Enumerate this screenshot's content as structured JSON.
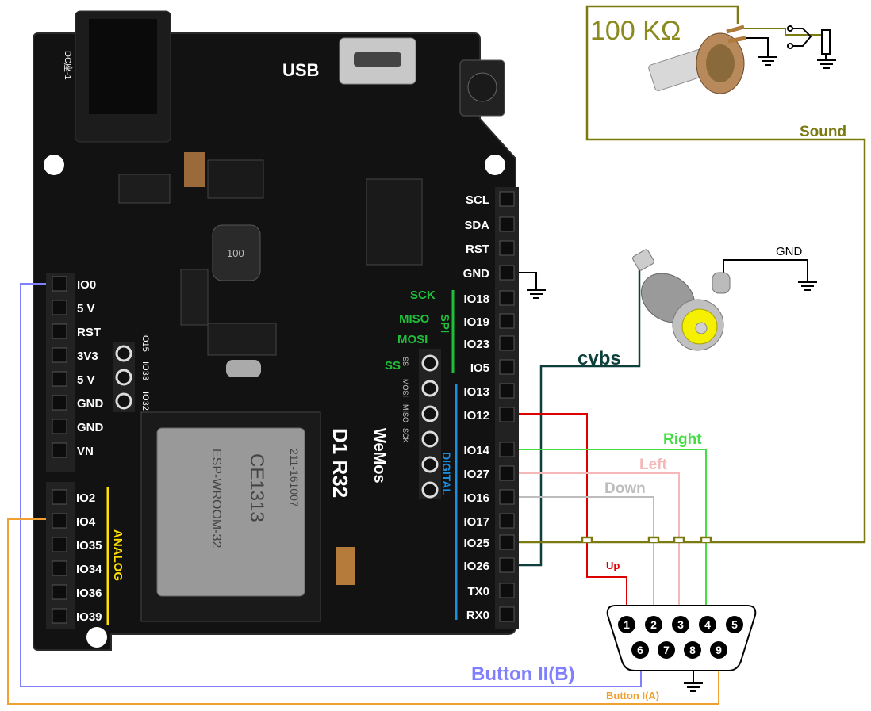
{
  "board": {
    "usb_label": "USB",
    "dc_label": "DC座-1",
    "model_label": "D1 R32",
    "brand_label": "WeMos",
    "module_brand": "ESP-WROOM-32",
    "module_code": "211-161007",
    "module_ce": "CE1313",
    "inductor_code": "100",
    "left_header": [
      "IO0",
      "5 V",
      "RST",
      "3V3",
      "5 V",
      "GND",
      "GND",
      "VN"
    ],
    "left_analog_pins": [
      "IO2",
      "IO4",
      "IO35",
      "IO34",
      "IO36",
      "IO39"
    ],
    "analog_label": "ANALOG",
    "small_header": [
      "IO15",
      "IO33",
      "IO32"
    ],
    "spi_small": [
      "SS",
      "MOSI",
      "MISO",
      "SCK"
    ],
    "right_header": [
      "SCL",
      "SDA",
      "RST",
      "GND",
      "IO18",
      "IO19",
      "IO23",
      "IO5",
      "IO13",
      "IO12",
      "IO14",
      "IO27",
      "IO16",
      "IO17",
      "IO25",
      "IO26",
      "TX0",
      "RX0"
    ],
    "spi_names": [
      "SCK",
      "MISO",
      "MOSI",
      "SS"
    ],
    "spi_label": "SPI",
    "digital_label": "DIGITAL"
  },
  "wires": {
    "cvbs": "cvbs",
    "right": "Right",
    "left": "Left",
    "down": "Down",
    "up": "Up",
    "sound": "Sound",
    "gnd": "GND",
    "button2": "Button II(B)",
    "button1": "Button I(A)"
  },
  "pot_label": "100 KΩ",
  "db9_pins_top": [
    "1",
    "2",
    "3",
    "4",
    "5"
  ],
  "db9_pins_bottom": [
    "6",
    "7",
    "8",
    "9"
  ],
  "colors": {
    "board": "#111111",
    "right_wire": "#44dd44",
    "left_wire": "#f5b8b8",
    "down_wire": "#bdbdbd",
    "up_wire": "#dd0000",
    "cvbs_wire": "#0f3f3a",
    "sound_wire": "#7a7a10",
    "button2_wire": "#8080ff",
    "button1_wire": "#f0a030",
    "spi_green": "#1fbf3a",
    "digital_blue": "#1a8fe0",
    "analog_yellow": "#ffe000"
  }
}
